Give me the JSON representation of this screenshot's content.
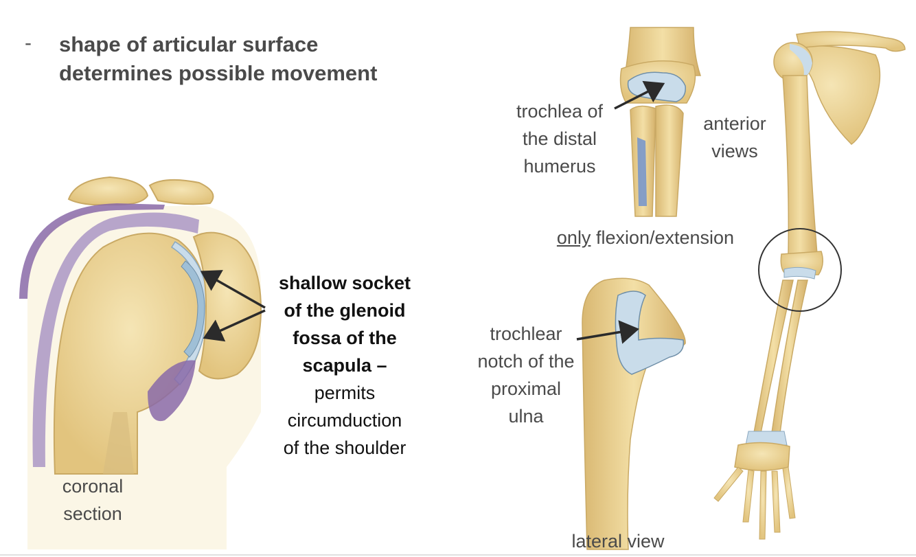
{
  "heading": {
    "bullet": "-",
    "line1": "shape of articular surface",
    "line2": "determines possible movement"
  },
  "labels": {
    "coronal_line1": "coronal",
    "coronal_line2": "section",
    "glenoid_bold1": "shallow socket",
    "glenoid_bold2": "of the glenoid",
    "glenoid_bold3": "fossa of the",
    "glenoid_bold4": "scapula –",
    "glenoid_line5": "permits",
    "glenoid_line6": "circumduction",
    "glenoid_line7": "of the shoulder",
    "trochlea_line1": "trochlea of",
    "trochlea_line2": "the distal",
    "trochlea_line3": "humerus",
    "anterior_line1": "anterior",
    "anterior_line2": "views",
    "flexion_only": "only",
    "flexion_rest": " flexion/extension",
    "notch_line1": "trochlear",
    "notch_line2": "notch of the",
    "notch_line3": "proximal",
    "notch_line4": "ulna",
    "lateral_view": "lateral view"
  },
  "colors": {
    "bone": "#ecd598",
    "bone_outline": "#c9a964",
    "cartilage": "#c9dcea",
    "synovial": "#8a6aa8",
    "arrow": "#2b2b2b"
  }
}
